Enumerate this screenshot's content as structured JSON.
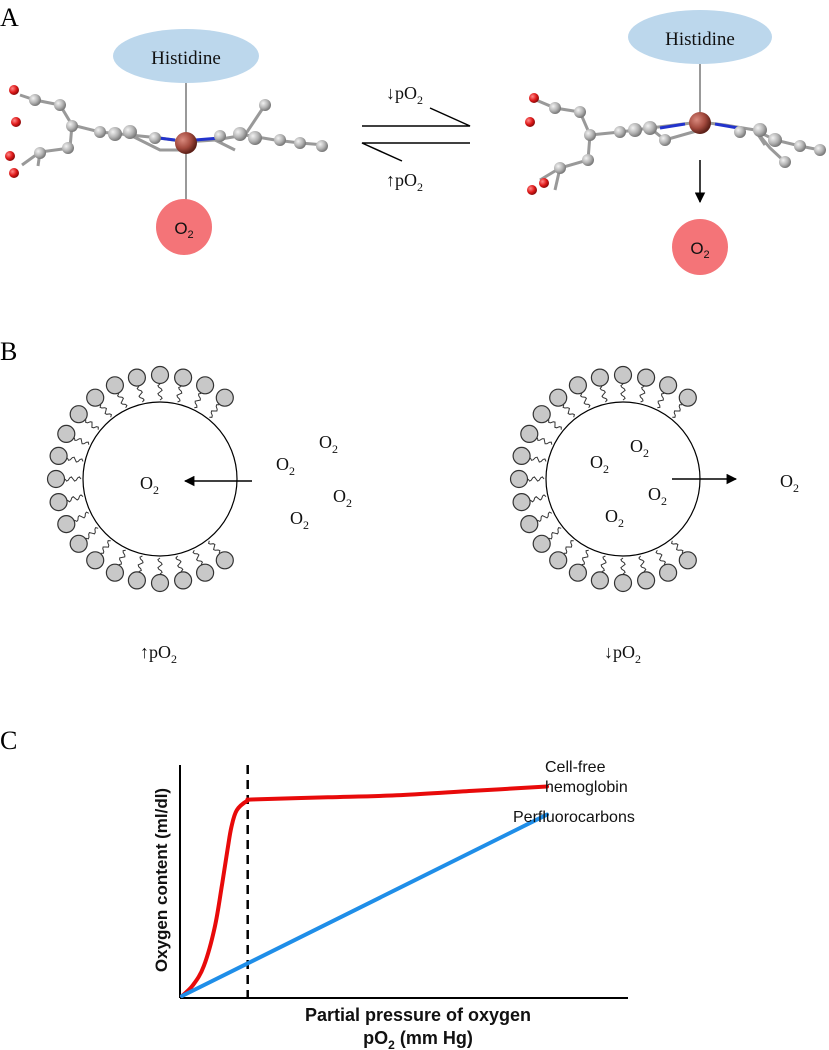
{
  "panels": {
    "a": {
      "letter": "A"
    },
    "b": {
      "letter": "B"
    },
    "c": {
      "letter": "C"
    }
  },
  "panel_a": {
    "histidine_left": "Histidine",
    "histidine_right": "Histidine",
    "o2_left": {
      "base": "O",
      "sub": "2"
    },
    "o2_right": {
      "base": "O",
      "sub": "2"
    },
    "forward_label": {
      "arrow": "↓",
      "base": "pO",
      "sub": "2"
    },
    "reverse_label": {
      "arrow": "↑",
      "base": "pO",
      "sub": "2"
    }
  },
  "panel_b": {
    "left_label": {
      "arrow": "↑",
      "base": "pO",
      "sub": "2"
    },
    "right_label": {
      "arrow": "↓",
      "base": "pO",
      "sub": "2"
    },
    "o2": {
      "base": "O",
      "sub": "2"
    }
  },
  "colors": {
    "histidine_fill": "#bcd7ec",
    "o2_fill": "#f47478",
    "atom_gray": "#b3b3b3",
    "oxygen_red": "#e01a1a",
    "iron": "#a34a3e",
    "nitrogen_blue": "#2233cc",
    "head_gray": "#c8c8c8",
    "hemoglobin_line": "#e80a0a",
    "perfluorocarbon_line": "#1f8ee8"
  },
  "chart_data": {
    "type": "line",
    "xlabel": "Partial pressure of oxygen",
    "xlabel_line2": {
      "base": "pO",
      "sub": "2",
      "suffix": " (mm Hg)"
    },
    "ylabel": "Oxygen content (ml/dl)",
    "x_ticks_shown": false,
    "y_ticks_shown": false,
    "grid": false,
    "xlim": [
      0,
      100
    ],
    "ylim": [
      0,
      100
    ],
    "reference_line": {
      "style": "dashed",
      "x": 18
    },
    "series": [
      {
        "name": "Cell-free hemoglobin",
        "label_lines": [
          "Cell-free",
          "hemoglobin"
        ],
        "color": "#e80a0a",
        "x": [
          0,
          3,
          6,
          9,
          11,
          12.5,
          13.5,
          15,
          18,
          20,
          40,
          60,
          80,
          100
        ],
        "y": [
          0,
          5,
          14,
          32,
          52,
          68,
          78,
          86,
          90.5,
          91,
          92,
          93,
          95,
          97
        ]
      },
      {
        "name": "Perfluorocarbons",
        "label_lines": [
          "Perfluorocarbons"
        ],
        "color": "#1f8ee8",
        "x": [
          0,
          100
        ],
        "y": [
          0,
          84
        ]
      }
    ]
  }
}
